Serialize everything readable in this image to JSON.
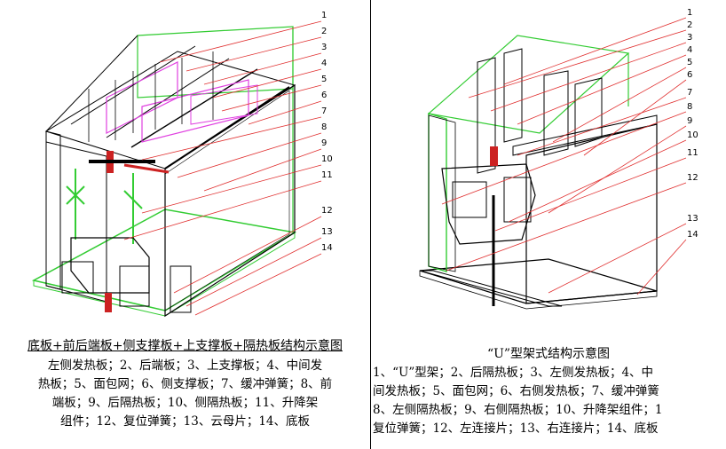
{
  "left_figure": {
    "title": "底板+前后端板+侧支撑板+上支撑板+隔热板结构示意图",
    "callout_numbers": [
      "1",
      "2",
      "3",
      "4",
      "5",
      "6",
      "7",
      "8",
      "9",
      "10",
      "11",
      "12",
      "13",
      "14"
    ],
    "legend_lines": [
      "左侧发热板；2、后端板；3、上支撑板；4、中间发",
      "热板；5、面包网；6、侧支撑板；7、缓冲弹簧；8、前",
      "端板；9、后隔热板；10、侧隔热板；11、升降架",
      "组件；12、复位弹簧；13、云母片；14、底板"
    ]
  },
  "right_figure": {
    "title": "“U”型架式结构示意图",
    "callout_numbers": [
      "1",
      "2",
      "3",
      "4",
      "5",
      "6",
      "7",
      "8",
      "9",
      "10",
      "11",
      "12",
      "13",
      "14"
    ],
    "legend_lines": [
      "1、“U”型架；2、后隔热板；3、左侧发热板；4、中",
      "间发热板；5、面包网；6、右侧发热板；7、缓冲弹簧",
      "8、左侧隔热板；9、右侧隔热板；10、升降架组件；1",
      "复位弹簧；12、左连接片；13、右连接片；14、底板"
    ]
  },
  "colors": {
    "outline": "#000000",
    "green_part": "#33cc33",
    "magenta_part": "#e040e0",
    "callout_line": "#e03030",
    "spring": "#cc2222"
  }
}
